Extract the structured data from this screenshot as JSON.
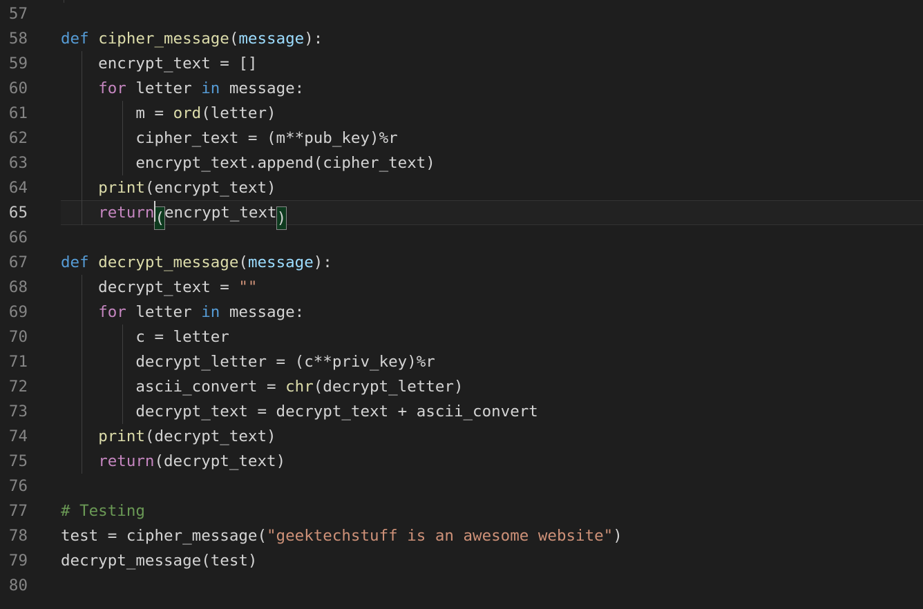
{
  "editor": {
    "language": "Python",
    "theme": "Dark+",
    "background": "#1e1e1e",
    "gutter_color": "#858585",
    "active_line_number": 65,
    "cursor": {
      "line": 65,
      "column": 14
    },
    "colors": {
      "keyword": "#569cd6",
      "control": "#c586c0",
      "function": "#dcdcaa",
      "parameter": "#9cdcfe",
      "string": "#ce9178",
      "comment": "#6a9955",
      "plain": "#d4d4d4",
      "line_number": "#858585",
      "active_line_bg": "#222222",
      "indent_guide": "#404040",
      "bracket_match_bg": "#0d3a1e",
      "bracket_match_border": "#888888"
    }
  },
  "lines": [
    {
      "n": 57,
      "active": false,
      "guides": [],
      "tokens": []
    },
    {
      "n": 58,
      "active": false,
      "guides": [],
      "tokens": [
        {
          "t": "def",
          "c": "t-kw"
        },
        {
          "t": " ",
          "c": "t-plain"
        },
        {
          "t": "cipher_message",
          "c": "t-fn"
        },
        {
          "t": "(",
          "c": "t-plain"
        },
        {
          "t": "message",
          "c": "t-param"
        },
        {
          "t": "):",
          "c": "t-plain"
        }
      ]
    },
    {
      "n": 59,
      "active": false,
      "guides": [
        4
      ],
      "tokens": [
        {
          "t": "    encrypt_text = []",
          "c": "t-plain"
        }
      ]
    },
    {
      "n": 60,
      "active": false,
      "guides": [
        4
      ],
      "tokens": [
        {
          "t": "    ",
          "c": "t-plain"
        },
        {
          "t": "for",
          "c": "t-ctrl"
        },
        {
          "t": " letter ",
          "c": "t-plain"
        },
        {
          "t": "in",
          "c": "t-kw"
        },
        {
          "t": " message:",
          "c": "t-plain"
        }
      ]
    },
    {
      "n": 61,
      "active": false,
      "guides": [
        4,
        12
      ],
      "tokens": [
        {
          "t": "        m = ",
          "c": "t-plain"
        },
        {
          "t": "ord",
          "c": "t-fn"
        },
        {
          "t": "(letter)",
          "c": "t-plain"
        }
      ]
    },
    {
      "n": 62,
      "active": false,
      "guides": [
        4,
        12
      ],
      "tokens": [
        {
          "t": "        cipher_text = (m**pub_key)%r",
          "c": "t-plain"
        }
      ]
    },
    {
      "n": 63,
      "active": false,
      "guides": [
        4,
        12
      ],
      "tokens": [
        {
          "t": "        encrypt_text.append(cipher_text)",
          "c": "t-plain"
        }
      ]
    },
    {
      "n": 64,
      "active": false,
      "guides": [
        4
      ],
      "tokens": [
        {
          "t": "    ",
          "c": "t-plain"
        },
        {
          "t": "print",
          "c": "t-fn"
        },
        {
          "t": "(encrypt_text)",
          "c": "t-plain"
        }
      ]
    },
    {
      "n": 65,
      "active": true,
      "guides": [
        4
      ],
      "tokens": [
        {
          "t": "    ",
          "c": "t-plain"
        },
        {
          "t": "return",
          "c": "t-ctrl"
        },
        {
          "t": "",
          "c": "cursor"
        },
        {
          "t": "(",
          "c": "t-plain bracket-match"
        },
        {
          "t": "encrypt_text",
          "c": "t-plain"
        },
        {
          "t": ")",
          "c": "t-plain bracket-match"
        }
      ]
    },
    {
      "n": 66,
      "active": false,
      "guides": [],
      "tokens": []
    },
    {
      "n": 67,
      "active": false,
      "guides": [],
      "tokens": [
        {
          "t": "def",
          "c": "t-kw"
        },
        {
          "t": " ",
          "c": "t-plain"
        },
        {
          "t": "decrypt_message",
          "c": "t-fn"
        },
        {
          "t": "(",
          "c": "t-plain"
        },
        {
          "t": "message",
          "c": "t-param"
        },
        {
          "t": "):",
          "c": "t-plain"
        }
      ]
    },
    {
      "n": 68,
      "active": false,
      "guides": [
        4
      ],
      "tokens": [
        {
          "t": "    decrypt_text = ",
          "c": "t-plain"
        },
        {
          "t": "\"\"",
          "c": "t-str"
        }
      ]
    },
    {
      "n": 69,
      "active": false,
      "guides": [
        4
      ],
      "tokens": [
        {
          "t": "    ",
          "c": "t-plain"
        },
        {
          "t": "for",
          "c": "t-ctrl"
        },
        {
          "t": " letter ",
          "c": "t-plain"
        },
        {
          "t": "in",
          "c": "t-kw"
        },
        {
          "t": " message:",
          "c": "t-plain"
        }
      ]
    },
    {
      "n": 70,
      "active": false,
      "guides": [
        4,
        12
      ],
      "tokens": [
        {
          "t": "        c = letter",
          "c": "t-plain"
        }
      ]
    },
    {
      "n": 71,
      "active": false,
      "guides": [
        4,
        12
      ],
      "tokens": [
        {
          "t": "        decrypt_letter = (c**priv_key)%r",
          "c": "t-plain"
        }
      ]
    },
    {
      "n": 72,
      "active": false,
      "guides": [
        4,
        12
      ],
      "tokens": [
        {
          "t": "        ascii_convert = ",
          "c": "t-plain"
        },
        {
          "t": "chr",
          "c": "t-fn"
        },
        {
          "t": "(decrypt_letter)",
          "c": "t-plain"
        }
      ]
    },
    {
      "n": 73,
      "active": false,
      "guides": [
        4,
        12
      ],
      "tokens": [
        {
          "t": "        decrypt_text = decrypt_text + ascii_convert",
          "c": "t-plain"
        }
      ]
    },
    {
      "n": 74,
      "active": false,
      "guides": [
        4
      ],
      "tokens": [
        {
          "t": "    ",
          "c": "t-plain"
        },
        {
          "t": "print",
          "c": "t-fn"
        },
        {
          "t": "(decrypt_text)",
          "c": "t-plain"
        }
      ]
    },
    {
      "n": 75,
      "active": false,
      "guides": [
        4
      ],
      "tokens": [
        {
          "t": "    ",
          "c": "t-plain"
        },
        {
          "t": "return",
          "c": "t-ctrl"
        },
        {
          "t": "(decrypt_text)",
          "c": "t-plain"
        }
      ]
    },
    {
      "n": 76,
      "active": false,
      "guides": [],
      "tokens": []
    },
    {
      "n": 77,
      "active": false,
      "guides": [],
      "tokens": [
        {
          "t": "# Testing",
          "c": "t-cmt"
        }
      ]
    },
    {
      "n": 78,
      "active": false,
      "guides": [],
      "tokens": [
        {
          "t": "test = cipher_message(",
          "c": "t-plain"
        },
        {
          "t": "\"geektechstuff is an awesome website\"",
          "c": "t-str"
        },
        {
          "t": ")",
          "c": "t-plain"
        }
      ]
    },
    {
      "n": 79,
      "active": false,
      "guides": [],
      "tokens": [
        {
          "t": "decrypt_message(test)",
          "c": "t-plain"
        }
      ]
    },
    {
      "n": 80,
      "active": false,
      "guides": [],
      "tokens": []
    }
  ]
}
